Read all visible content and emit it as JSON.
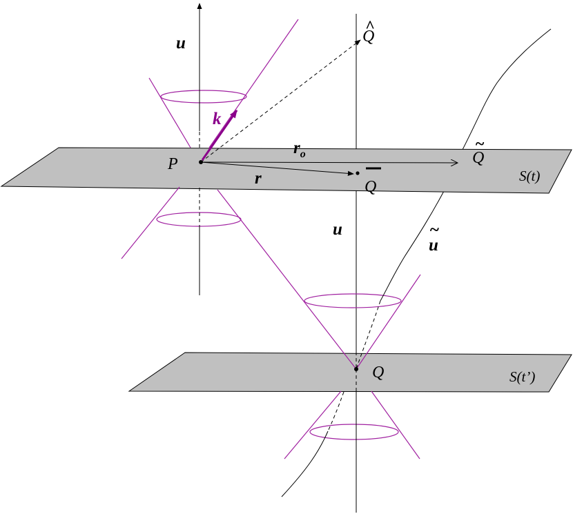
{
  "labels": {
    "u_top": "u",
    "u_mid": "u",
    "u_tilde": "u",
    "k": "k",
    "r": "r",
    "r_o_base": "r",
    "r_o_sub": "o",
    "P": "P",
    "Q": "Q",
    "Q_hat": "Q",
    "Q_bar": "Q",
    "Q_tilde": "Q",
    "hat_mark": "^",
    "bar_mark": "—",
    "tilde_mark": "~",
    "plane_top": "S(t)",
    "plane_bottom": "S(t’)"
  },
  "colors": {
    "plane_fill": "#c0c0c0",
    "cone": "#a020a0",
    "k_vector": "#8b008b",
    "line": "#000000"
  }
}
